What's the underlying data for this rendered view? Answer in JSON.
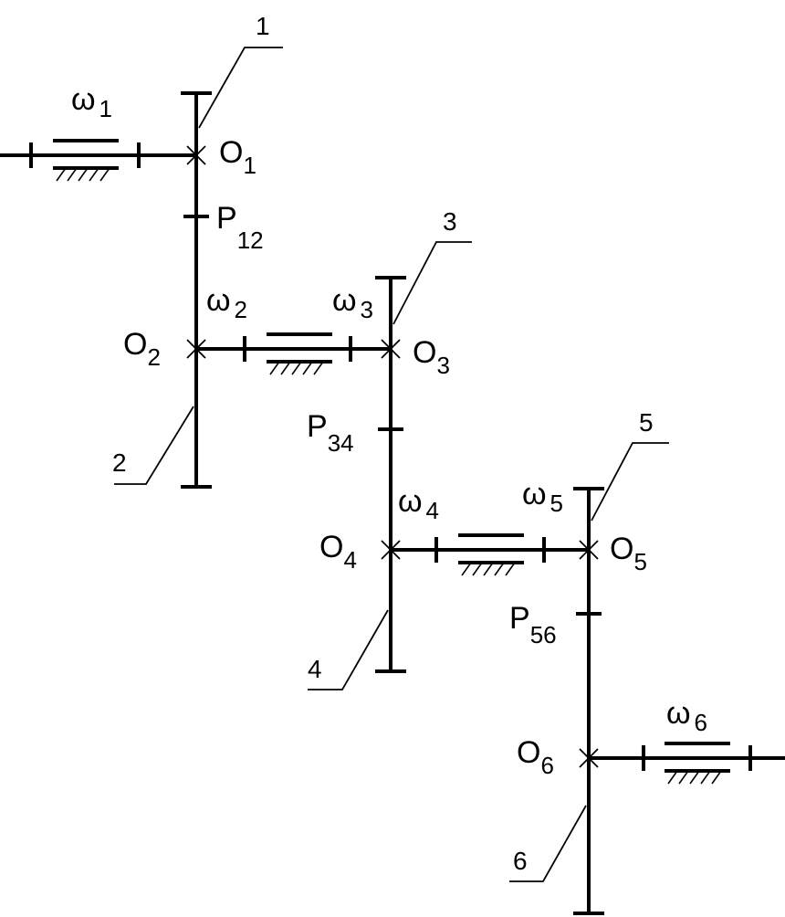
{
  "gear_labels": [
    "1",
    "2",
    "3",
    "4",
    "5",
    "6"
  ],
  "centers": [
    {
      "main": "O",
      "sub": "1"
    },
    {
      "main": "O",
      "sub": "2"
    },
    {
      "main": "O",
      "sub": "3"
    },
    {
      "main": "O",
      "sub": "4"
    },
    {
      "main": "O",
      "sub": "5"
    },
    {
      "main": "O",
      "sub": "6"
    }
  ],
  "angular_velocities": [
    {
      "main": "ω",
      "sub": "1"
    },
    {
      "main": "ω",
      "sub": "2"
    },
    {
      "main": "ω",
      "sub": "3"
    },
    {
      "main": "ω",
      "sub": "4"
    },
    {
      "main": "ω",
      "sub": "5"
    },
    {
      "main": "ω",
      "sub": "6"
    }
  ],
  "pitch_points": [
    {
      "main": "P",
      "sub": "12"
    },
    {
      "main": "P",
      "sub": "34"
    },
    {
      "main": "P",
      "sub": "56"
    }
  ]
}
